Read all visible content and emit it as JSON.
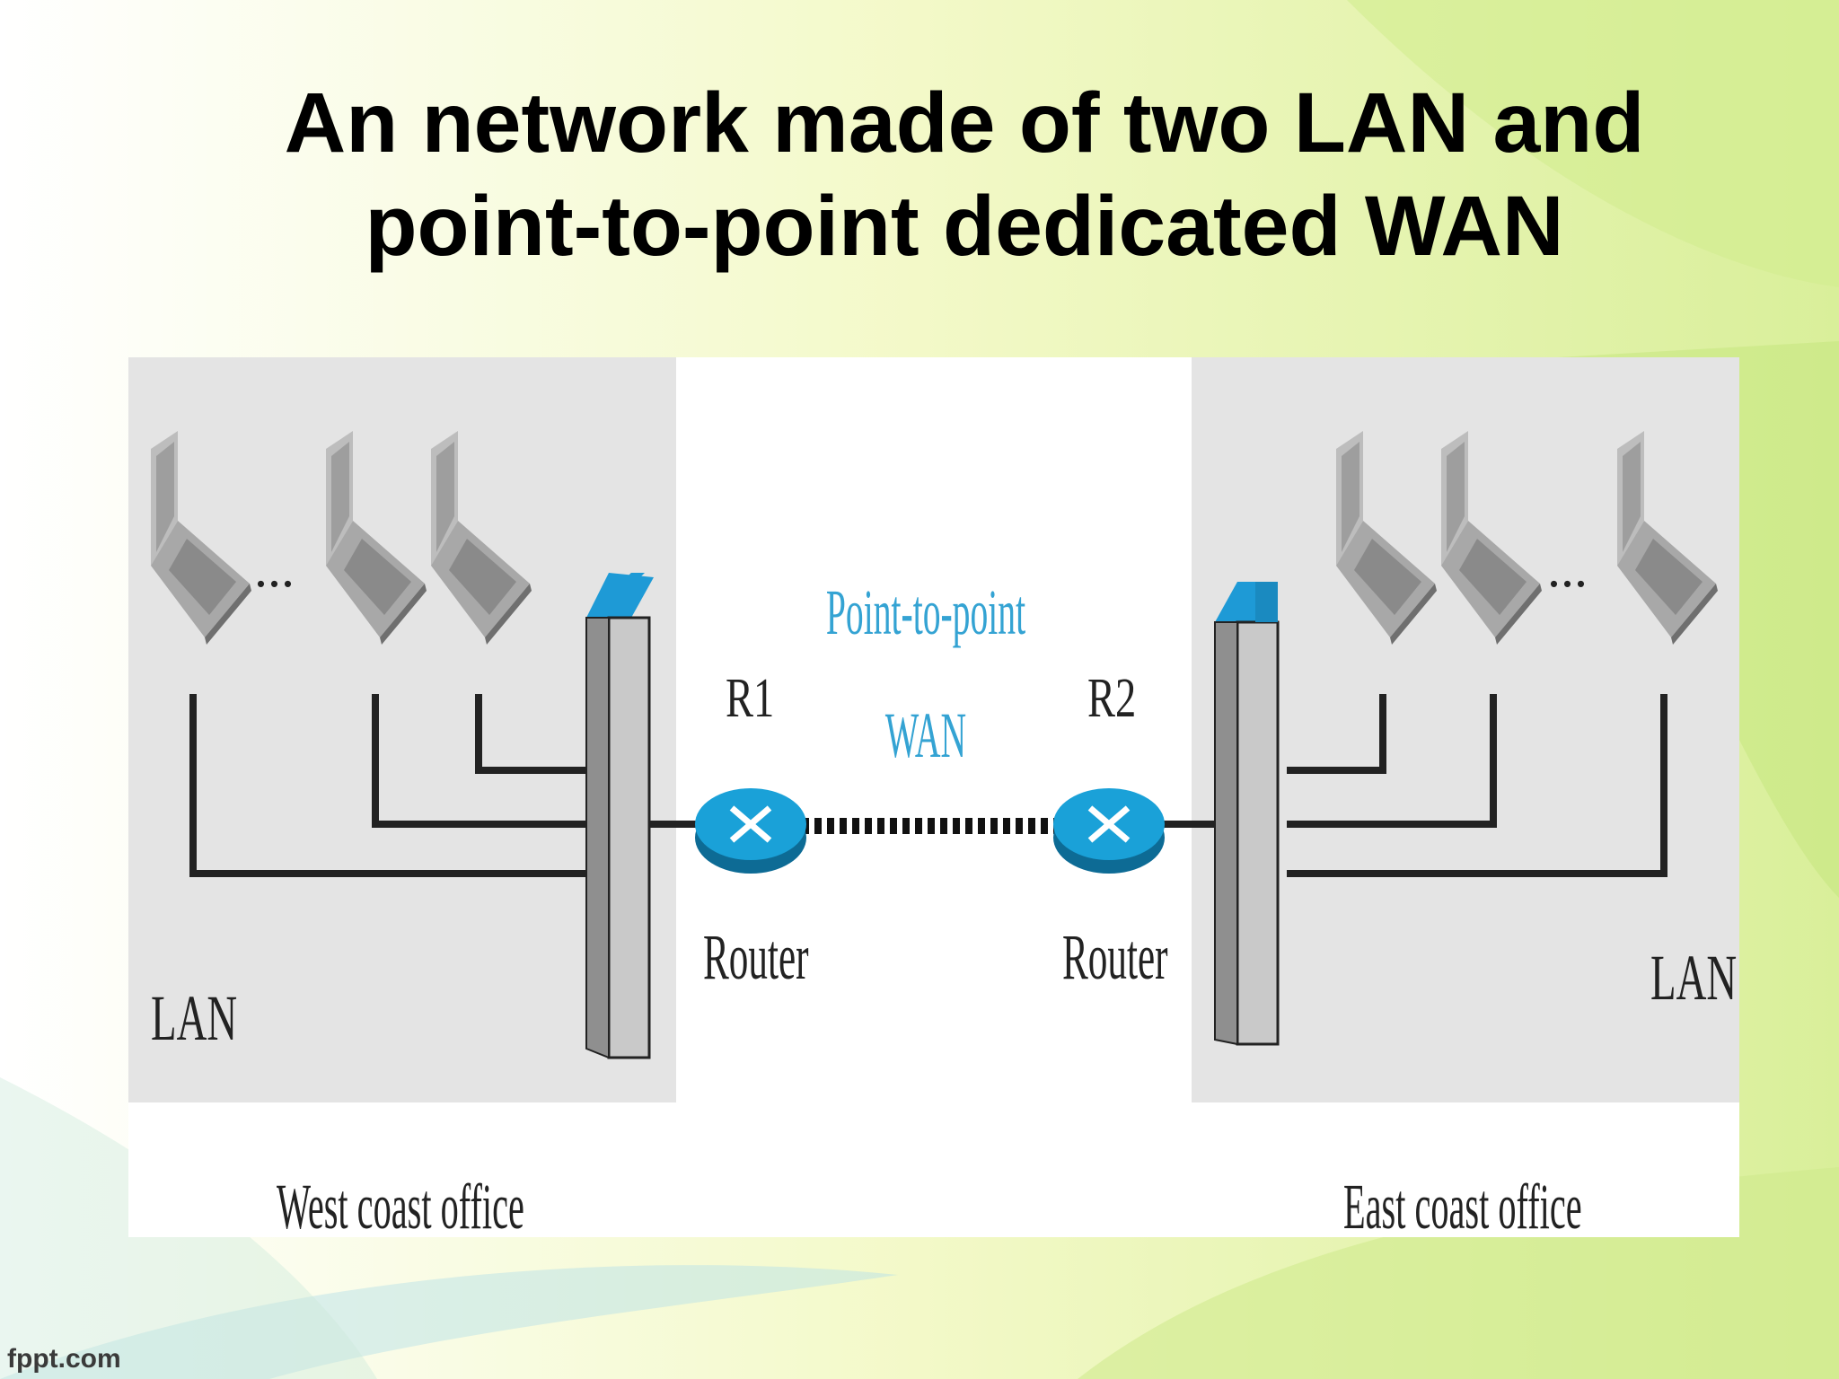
{
  "slide": {
    "title_line1": "An network made of two LAN and",
    "title_line2": "point-to-point dedicated WAN",
    "footer": "fppt.com"
  },
  "diagram": {
    "west": {
      "lan_label": "LAN",
      "office_label": "West coast office"
    },
    "east": {
      "lan_label": "LAN",
      "office_label": "East coast office"
    },
    "router1": {
      "name": "R1",
      "label": "Router"
    },
    "router2": {
      "name": "R2",
      "label": "Router"
    },
    "wan": {
      "line1": "Point-to-point",
      "line2": "WAN"
    },
    "ellipsis": "...",
    "colors": {
      "wan_text": "#34a3d3",
      "router": "#1aa1d8",
      "switch_top": "#1e9ad6",
      "lan_bg": "#e4e4e4"
    }
  }
}
